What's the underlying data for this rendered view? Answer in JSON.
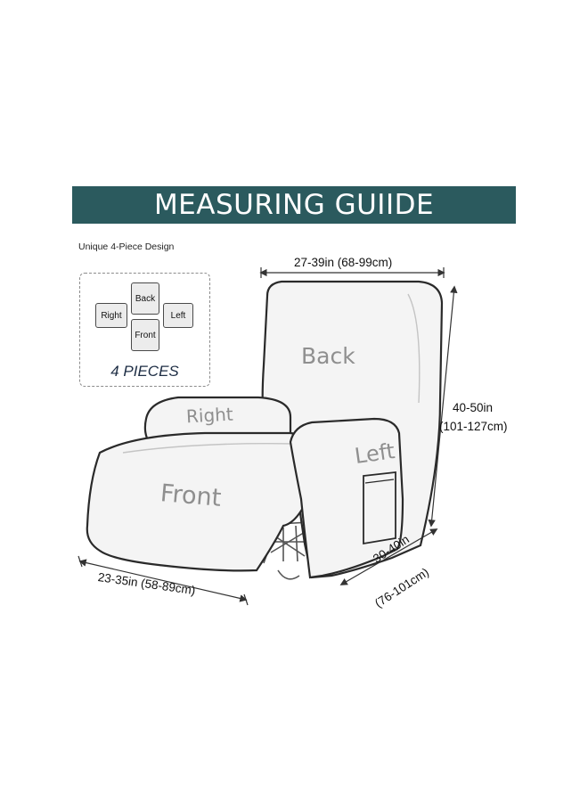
{
  "title": "MEASURING GUIIDE",
  "subtitle": "Unique 4-Piece Design",
  "pieces": {
    "back": "Back",
    "right": "Right",
    "left": "Left",
    "front": "Front",
    "count_label": "4 PIECES"
  },
  "chair_labels": {
    "back": "Back",
    "right": "Right",
    "left": "Left",
    "front": "Front"
  },
  "dimensions": {
    "width_top": "27-39in (68-99cm)",
    "height_in": "40-50in",
    "height_cm": "(101-127cm)",
    "depth_in": "30-40in",
    "depth_cm": "(76-101cm)",
    "footrest": "23-35in (58-89cm)"
  },
  "colors": {
    "banner": "#2b5a5e",
    "chair_fill": "#f4f4f4",
    "outline": "#2a2a2a",
    "label_gray": "#8f8f8f"
  }
}
